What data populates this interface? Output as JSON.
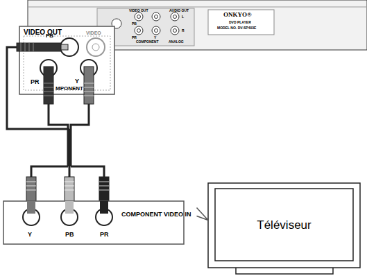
{
  "diagram": {
    "nodes": [
      {
        "text": [
          "VIDEO OUT"
        ]
      },
      {
        "text": [
          "COMPONENT VIDEO IN"
        ]
      },
      {
        "text": [
          "Téléviseur"
        ]
      }
    ],
    "edges": [
      {
        "from": 1,
        "to": 2,
        "arrow": "none"
      }
    ],
    "labels": [
      "PB",
      "VIDEO",
      "PR",
      "Y",
      "MPONENT",
      "VIDEO OUT",
      "PB",
      "PR",
      "Y",
      "COMPONENT",
      "AUDIO OUT",
      "L",
      "R",
      "ANALOG",
      "ONKYO®",
      "DVD PLAYER",
      "MODEL NO. DV-SP403E",
      "Y",
      "PB",
      "PR"
    ]
  }
}
